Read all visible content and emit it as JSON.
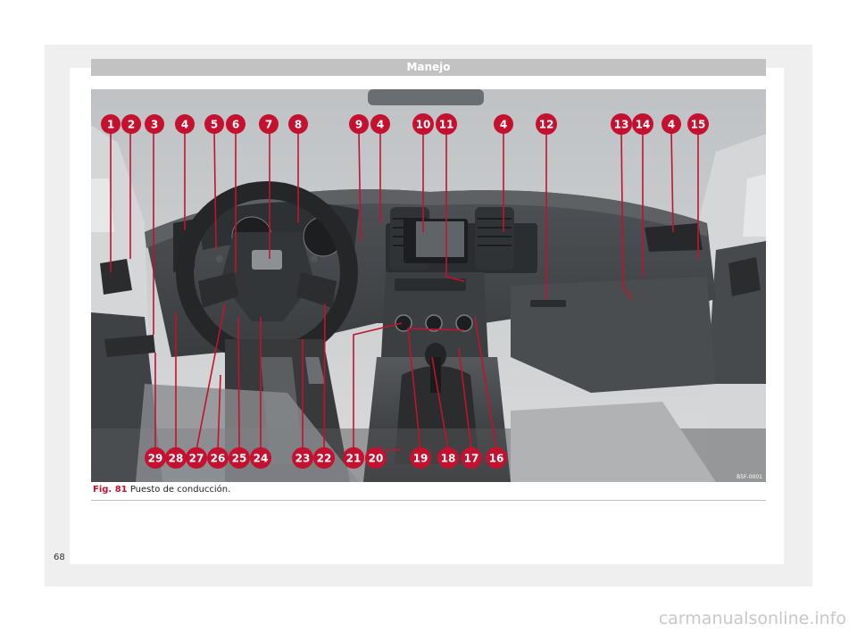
{
  "header": {
    "title": "Manejo"
  },
  "figure": {
    "ref_code": "B5F-0001",
    "callouts_top": [
      "1",
      "2",
      "3",
      "4",
      "5",
      "6",
      "7",
      "8",
      "9",
      "4",
      "10",
      "11",
      "4",
      "12",
      "13",
      "14",
      "4",
      "15"
    ],
    "callouts_bottom": [
      "29",
      "28",
      "27",
      "26",
      "25",
      "24",
      "23",
      "22",
      "21",
      "20",
      "19",
      "18",
      "17",
      "16"
    ]
  },
  "caption": {
    "fig_label": "Fig. 81",
    "text": "Puesto de conducción."
  },
  "footer": {
    "page_number": "68"
  },
  "watermark": {
    "text": "carmanualsonline.info"
  },
  "colors": {
    "accent": "#c4112f",
    "header_bar": "#c2c2c2",
    "page_bg": "#efefef"
  }
}
